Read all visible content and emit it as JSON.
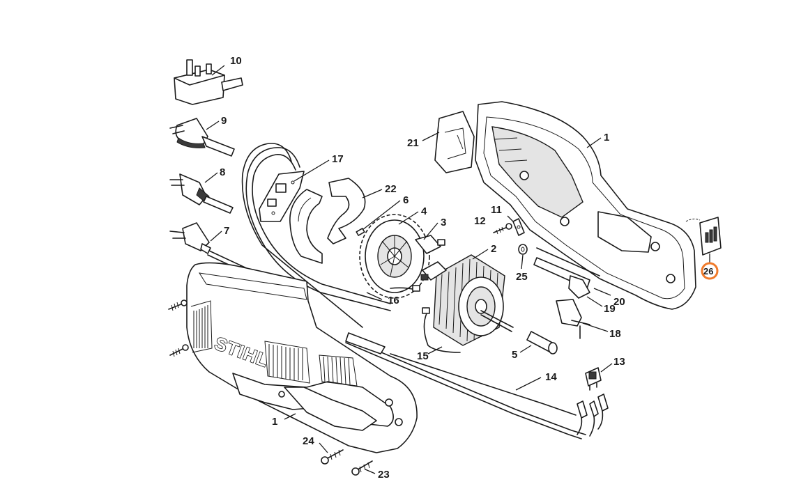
{
  "diagram": {
    "brand_logo": "STIHL",
    "highlight_color": "#f07a2a",
    "callouts": {
      "c1_upper": "1",
      "c1_lower": "1",
      "c2": "2",
      "c3": "3",
      "c4": "4",
      "c5": "5",
      "c6": "6",
      "c7": "7",
      "c8": "8",
      "c9": "9",
      "c10": "10",
      "c11": "11",
      "c12": "12",
      "c13": "13",
      "c14": "14",
      "c15": "15",
      "c16": "16",
      "c17": "17",
      "c18": "18",
      "c19": "19",
      "c20": "20",
      "c21": "21",
      "c22": "22",
      "c23": "23",
      "c24": "24",
      "c25": "25",
      "c26": "26"
    }
  }
}
